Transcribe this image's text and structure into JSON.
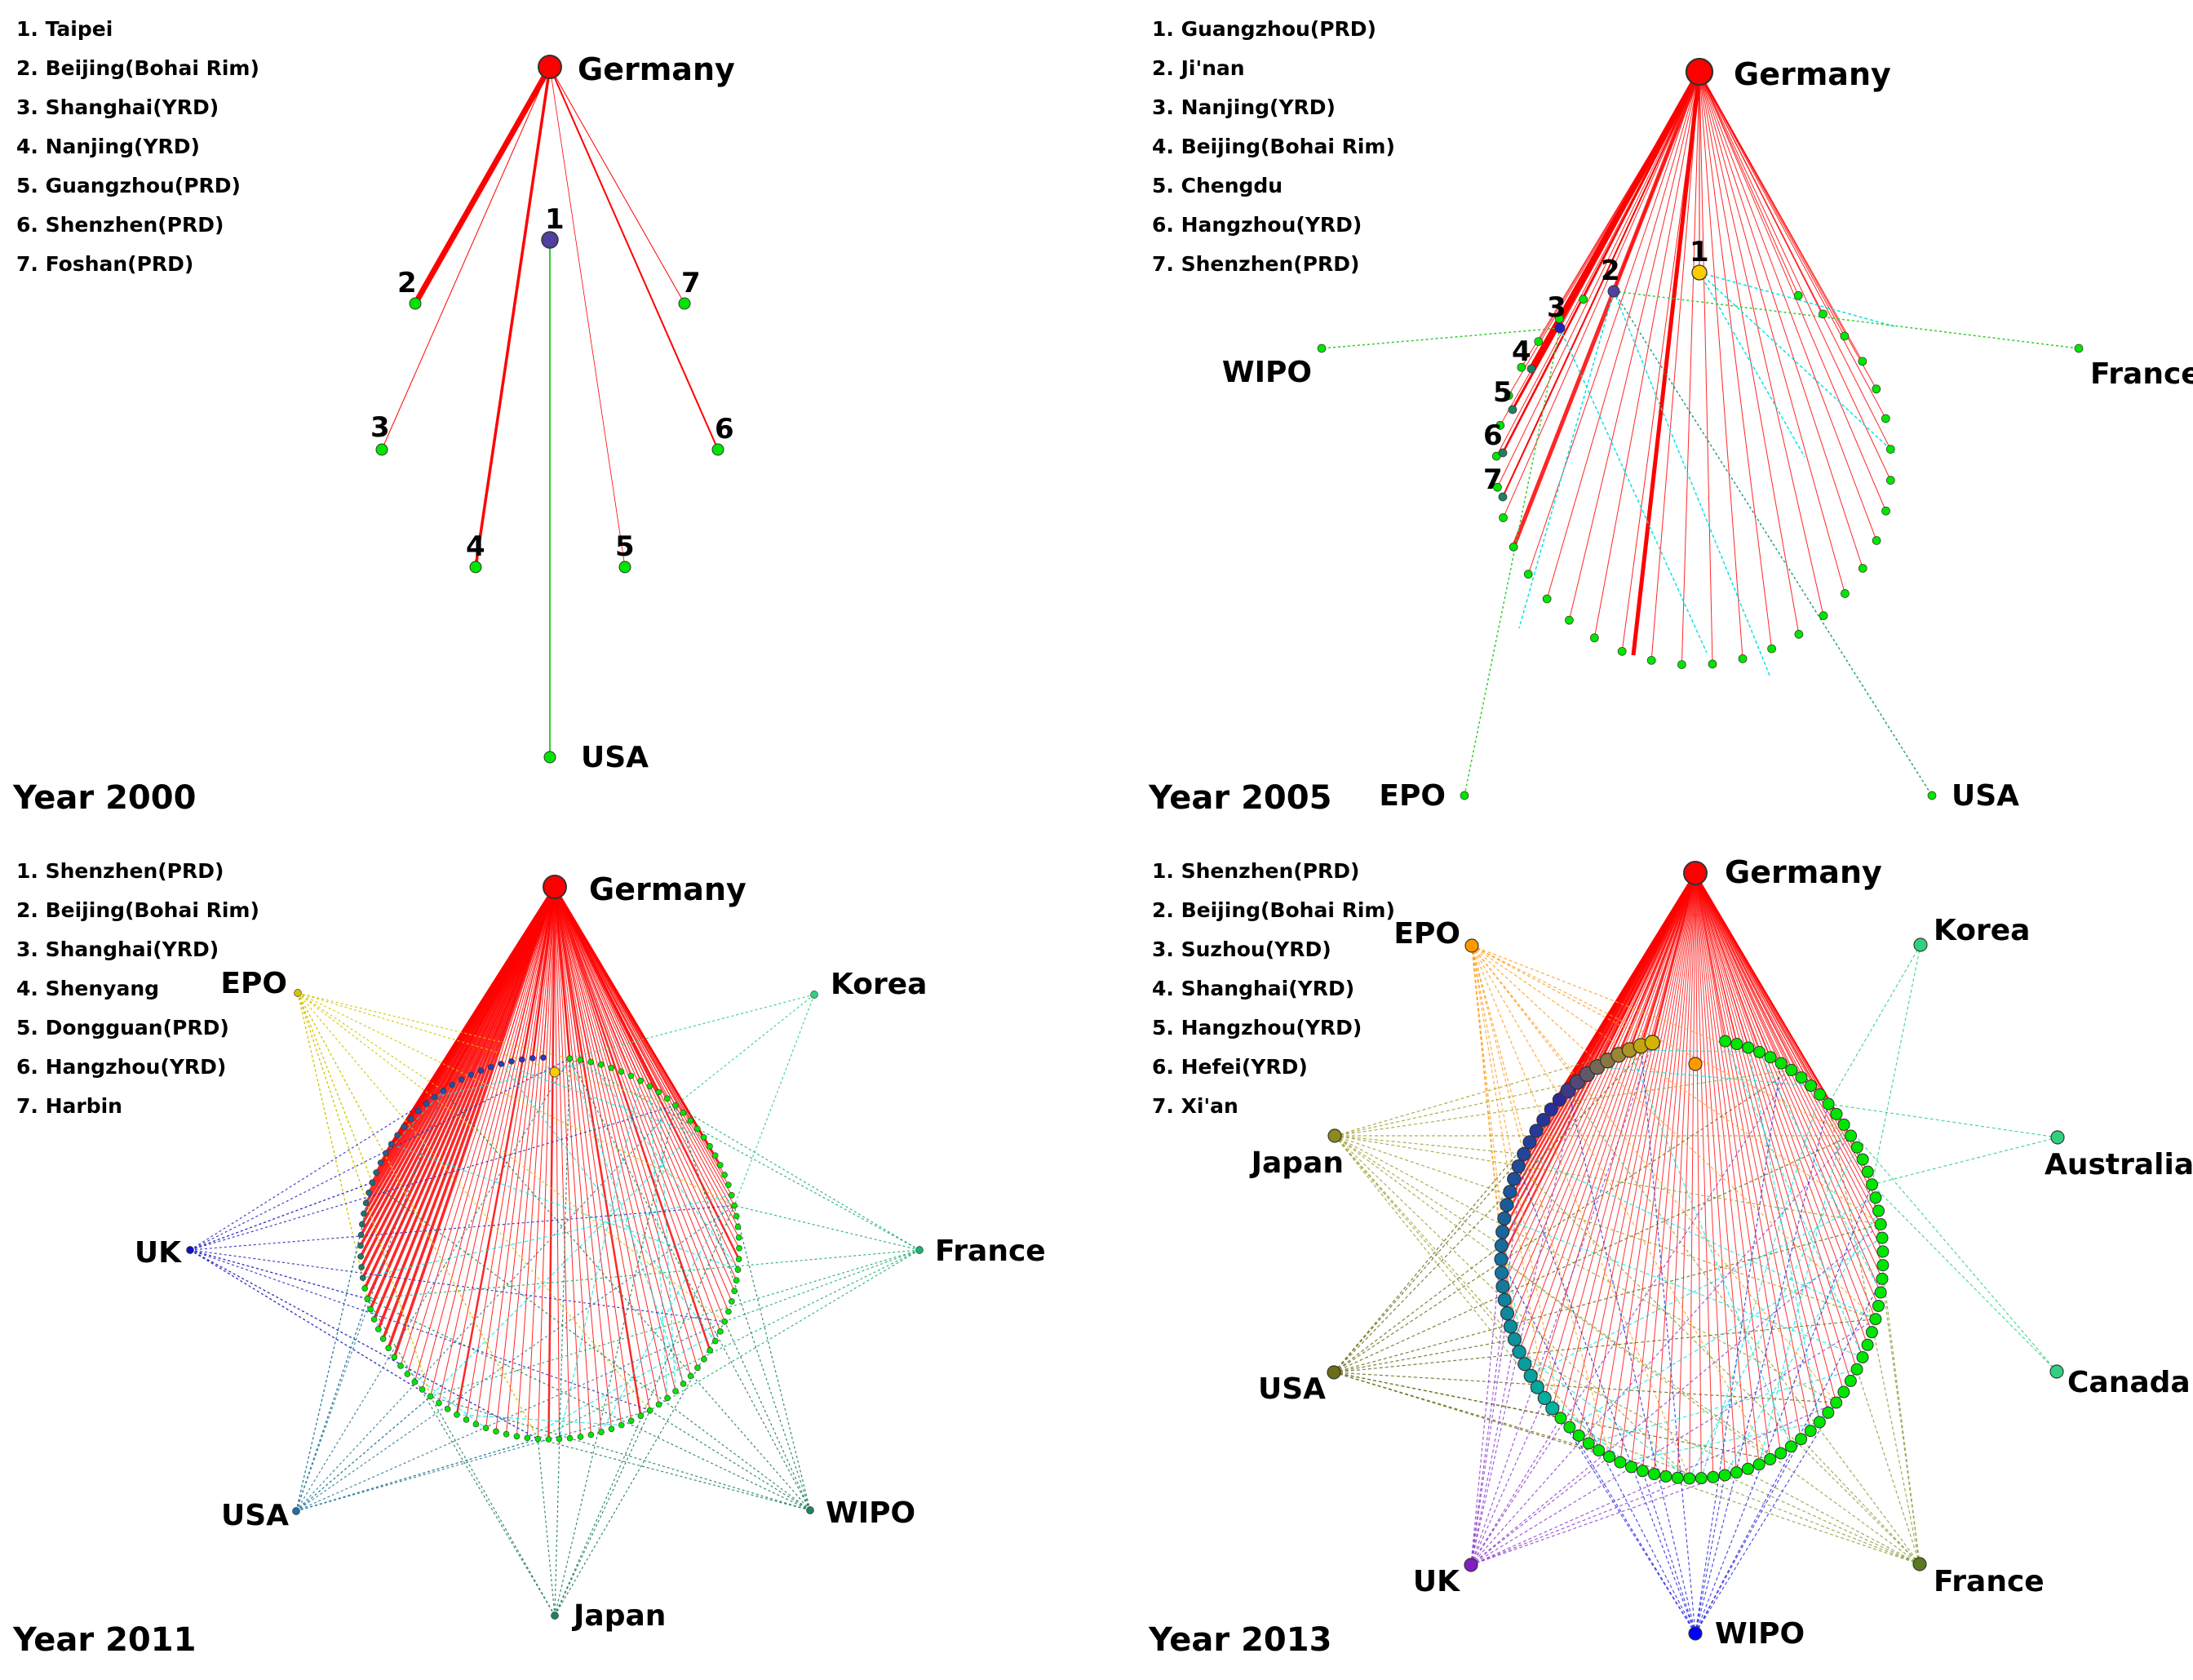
{
  "colors": {
    "germany": "#ff0000",
    "germany_edge": "#ff0000",
    "city": "#00e600",
    "city_edge": "#33cc33",
    "city_link": "#00e5e5",
    "wipo_2013": "#0000ff",
    "uk_2013": "#8020c0",
    "usa_2013": "#6b6b1a",
    "japan_2013": "#8a8a20",
    "epo_2013": "#ff9900",
    "france_2013": "#5a7a20"
  },
  "panels": [
    {
      "year_label": "Year 2000",
      "legend": [
        "1. Taipei",
        "2. Beijing(Bohai Rim)",
        "3. Shanghai(YRD)",
        "4. Nanjing(YRD)",
        "5. Guangzhou(PRD)",
        "6. Shenzhen(PRD)",
        "7. Foshan(PRD)"
      ],
      "hub_label": "Germany",
      "countries": [
        "USA"
      ],
      "node_numbers": [
        "1",
        "2",
        "3",
        "4",
        "5",
        "6",
        "7"
      ]
    },
    {
      "year_label": "Year 2005",
      "legend": [
        "1. Guangzhou(PRD)",
        "2. Ji'nan",
        "3. Nanjing(YRD)",
        "4. Beijing(Bohai Rim)",
        "5. Chengdu",
        "6. Hangzhou(YRD)",
        "7. Shenzhen(PRD)"
      ],
      "hub_label": "Germany",
      "countries": [
        "WIPO",
        "France",
        "EPO",
        "USA"
      ],
      "node_numbers": [
        "1",
        "2",
        "3",
        "4",
        "5",
        "6",
        "7"
      ]
    },
    {
      "year_label": "Year 2011",
      "legend": [
        "1. Shenzhen(PRD)",
        "2. Beijing(Bohai Rim)",
        "3. Shanghai(YRD)",
        "4. Shenyang",
        "5. Dongguan(PRD)",
        "6. Hangzhou(YRD)",
        "7. Harbin"
      ],
      "hub_label": "Germany",
      "countries": [
        "EPO",
        "Korea",
        "UK",
        "France",
        "USA",
        "WIPO",
        "Japan"
      ],
      "node_numbers": []
    },
    {
      "year_label": "Year 2013",
      "legend": [
        "1. Shenzhen(PRD)",
        "2. Beijing(Bohai Rim)",
        "3. Suzhou(YRD)",
        "4. Shanghai(YRD)",
        "5. Hangzhou(YRD)",
        "6. Hefei(YRD)",
        "7. Xi'an"
      ],
      "hub_label": "Germany",
      "countries": [
        "EPO",
        "Korea",
        "Japan",
        "Australia",
        "USA",
        "Canada",
        "UK",
        "France",
        "WIPO"
      ],
      "node_numbers": []
    }
  ]
}
